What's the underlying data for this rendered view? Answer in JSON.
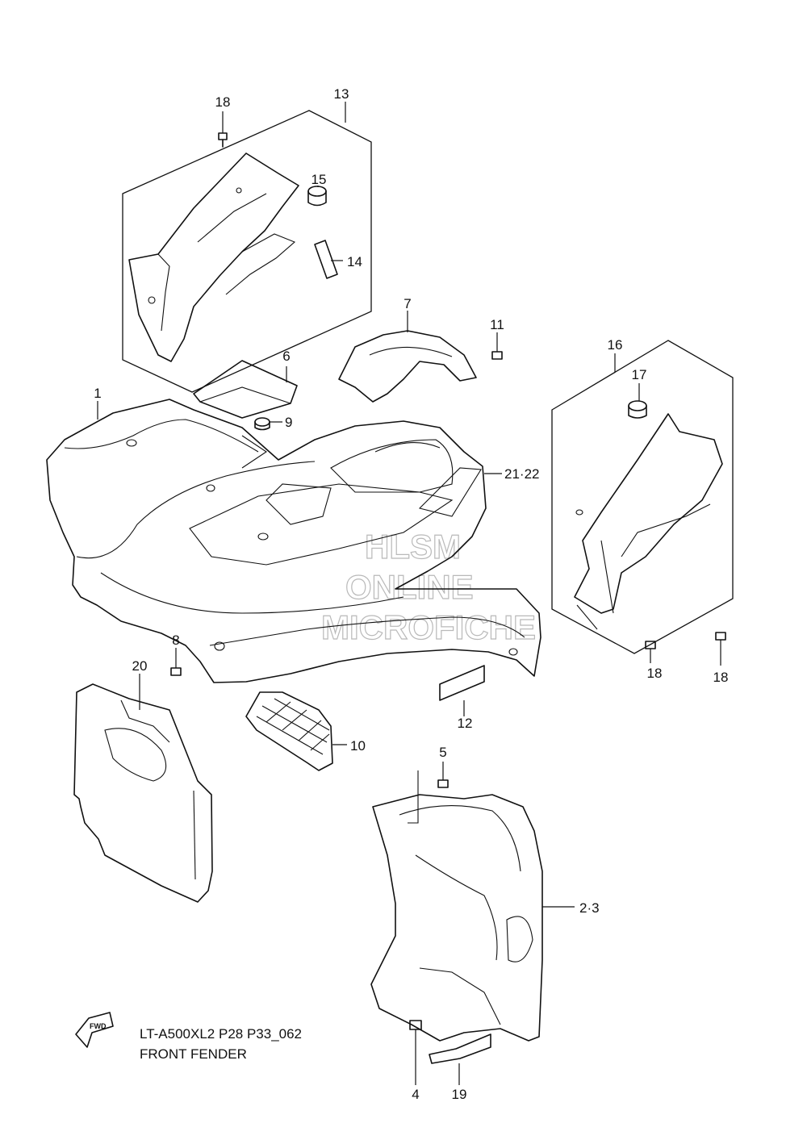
{
  "diagram": {
    "model_code": "LT-A500XL2 P28 P33_062",
    "title": "FRONT FENDER",
    "fwd_label": "FWD",
    "watermark": [
      "HLSM",
      "ONLINE",
      "MICROFICHE"
    ],
    "callouts": {
      "p1": "1",
      "p2_3": "2·3",
      "p4": "4",
      "p5": "5",
      "p6": "6",
      "p7": "7",
      "p8": "8",
      "p9": "9",
      "p10": "10",
      "p11": "11",
      "p12": "12",
      "p13": "13",
      "p14": "14",
      "p15": "15",
      "p16": "16",
      "p17": "17",
      "p18a": "18",
      "p18b": "18",
      "p18c": "18",
      "p19": "19",
      "p20": "20",
      "p21_22": "21·22"
    }
  }
}
